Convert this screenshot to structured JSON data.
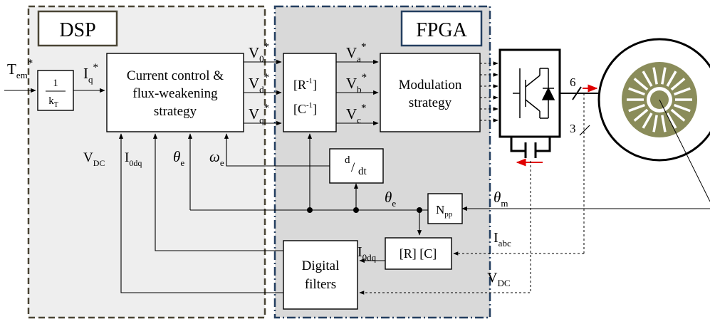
{
  "colors": {
    "dsp_region": "#eeeeee",
    "fpga_region": "#d9d9d9",
    "dsp_border": "#4a4535",
    "fpga_border": "#243f60",
    "arrow_red": "#e00000",
    "rotor": "#8a8c5a"
  },
  "regions": {
    "dsp_title": "DSP",
    "fpga_title": "FPGA"
  },
  "blocks": {
    "gain_num": "1",
    "gain_den": "k",
    "gain_den_sub": "T",
    "current_control_line1": "Current control &",
    "current_control_line2": "flux-weakening",
    "current_control_line3": "strategy",
    "inverse_transform_line1": "[R",
    "inverse_transform_line1_sup": "-1",
    "inverse_transform_line2": "[C",
    "inverse_transform_line2_sup": "-1",
    "modulation_line1": "Modulation",
    "modulation_line2": "strategy",
    "derivative_num": "d",
    "derivative_den": "dt",
    "pole_pairs": "N",
    "pole_pairs_sub": "pp",
    "direct_transform": "[R] [C]",
    "filters_line1": "Digital",
    "filters_line2": "filters"
  },
  "signals": {
    "torque_ref": "T",
    "torque_ref_sub": "em",
    "iq_ref": "I",
    "iq_ref_sub": "q",
    "v0_ref": "V",
    "v0_ref_sub": "0",
    "vd_ref": "V",
    "vd_ref_sub": "d",
    "vq_ref": "V",
    "vq_ref_sub": "q",
    "va_ref": "V",
    "va_ref_sub": "a",
    "vb_ref": "V",
    "vb_ref_sub": "b",
    "vc_ref": "V",
    "vc_ref_sub": "c",
    "star": "*",
    "vdc_feedback": "V",
    "vdc_feedback_sub": "DC",
    "i0dq_feedback": "I",
    "i0dq_feedback_sub": "0dq",
    "theta_e_feedback": "θ",
    "theta_e_feedback_sub": "e",
    "omega_e_feedback": "ω",
    "omega_e_feedback_sub": "e",
    "theta_e_mid": "θ",
    "theta_e_mid_sub": "e",
    "i0dq_mid": "I",
    "i0dq_mid_sub": "0dq",
    "theta_m": "θ",
    "theta_m_sub": "m",
    "i_abc": "I",
    "i_abc_sub": "abc",
    "vdc_measured": "V",
    "vdc_measured_sub": "DC",
    "phase_count": "6",
    "sensor_count": "3"
  }
}
